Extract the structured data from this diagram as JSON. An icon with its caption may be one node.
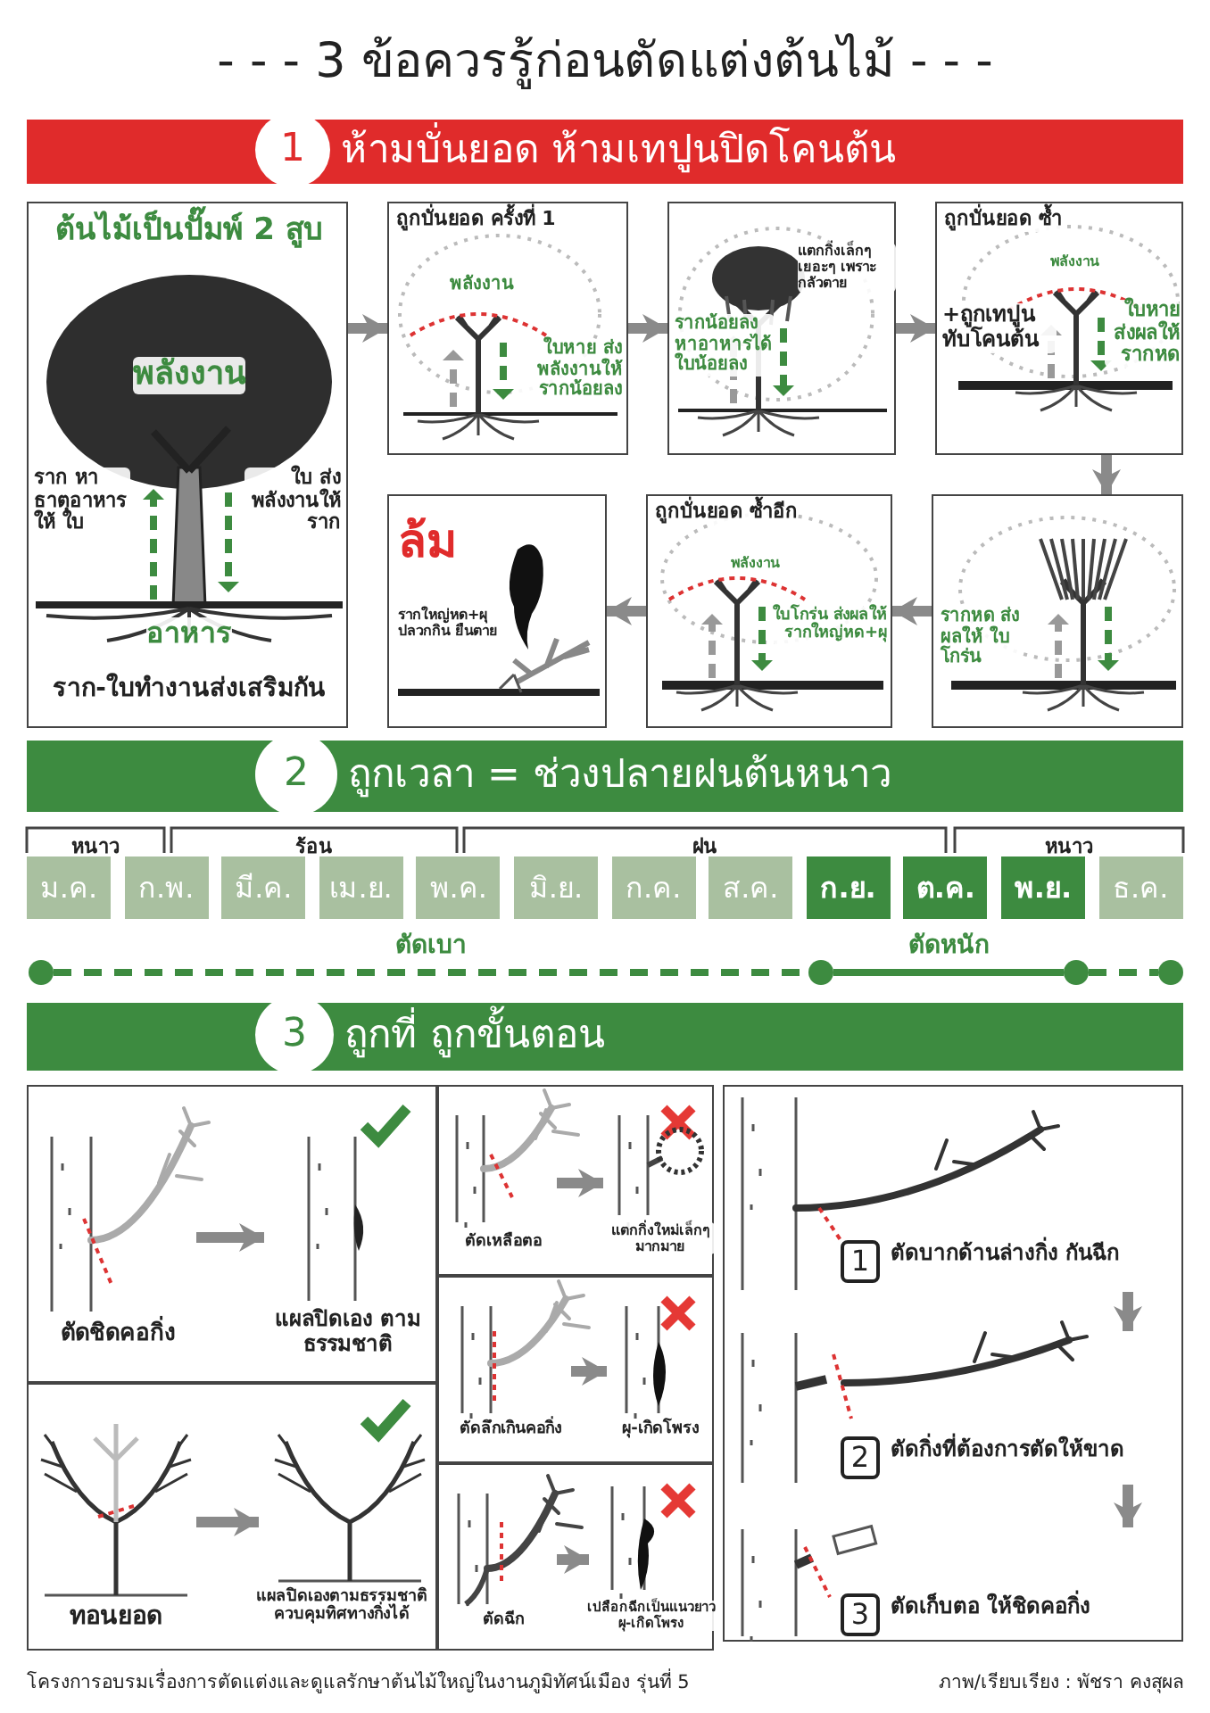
{
  "diagram": {
    "title": "- - - 3 ข้อควรรู้ก่อนตัดแต่งต้นไม้ - - -",
    "nodes": [
      {
        "text": [
          "1",
          "ห้ามบั่นยอด ห้ามเทปูนปิดโคนต้น"
        ]
      },
      {
        "text": [
          "ต้นไม้เป็นปั๊มพ์ 2 สูบ",
          "พลังงาน",
          "ราก หาธาตุอาหารให้ ใบ",
          "ใบ ส่งพลังงานให้ ราก",
          "อาหาร",
          "ราก-ใบทำงานส่งเสริมกัน"
        ]
      },
      {
        "text": [
          "ถูกบั่นยอด ครั้งที่ 1",
          "พลังงาน",
          "ใบหาย ส่งพลังงานให้ รากน้อยลง"
        ]
      },
      {
        "text": [
          "แตกกิ่งเล็กๆ เยอะๆ เพราะกลัวตาย",
          "รากน้อยลง หาอาหารได้ ใบน้อยลง"
        ]
      },
      {
        "text": [
          "ถูกบั่นยอด ซ้ำ",
          "พลังงาน",
          "+ถูกเทปูน ทับโคนต้น",
          "ใบหาย ส่งผลให้ รากหด"
        ]
      },
      {
        "text": [
          "รากหด ส่งผลให้ ใบโกร่น"
        ]
      },
      {
        "text": [
          "ถูกบั่นยอด ซ้ำอีก",
          "พลังงาน",
          "ใบโกร่น ส่งผลให้ รากใหญ่หด+ผุ"
        ]
      },
      {
        "text": [
          "ล้ม",
          "รากใหญ่หด+ผุ ปลวกกิน ยืนตาย"
        ]
      },
      {
        "text": [
          "2",
          "ถูกเวลา = ช่วงปลายฝนต้นหนาว"
        ]
      },
      {
        "text": [
          "ม.ค."
        ]
      },
      {
        "text": [
          "ก.พ."
        ]
      },
      {
        "text": [
          "มี.ค."
        ]
      },
      {
        "text": [
          "เม.ย."
        ]
      },
      {
        "text": [
          "พ.ค."
        ]
      },
      {
        "text": [
          "มิ.ย."
        ]
      },
      {
        "text": [
          "ก.ค."
        ]
      },
      {
        "text": [
          "ส.ค."
        ]
      },
      {
        "text": [
          "ก.ย."
        ]
      },
      {
        "text": [
          "ต.ค."
        ]
      },
      {
        "text": [
          "พ.ย."
        ]
      },
      {
        "text": [
          "ธ.ค."
        ]
      },
      {
        "text": [],
        "shape": "circle"
      },
      {
        "text": [],
        "shape": "circle"
      },
      {
        "text": [],
        "shape": "circle"
      },
      {
        "text": [],
        "shape": "circle"
      },
      {
        "text": [
          "3",
          "ถูกที่ ถูกขั้นตอน"
        ]
      },
      {
        "text": [],
        "shape": "box"
      },
      {
        "text": [
          "ตัดชิดคอกิ่ง"
        ],
        "in": 26
      },
      {
        "text": [
          "แผลปิดเอง ตามธรรมชาติ"
        ],
        "in": 26
      },
      {
        "text": [],
        "shape": "box"
      },
      {
        "text": [
          "ทอนยอด"
        ],
        "in": 29
      },
      {
        "text": [
          "แผลปิดเองตามธรรมชาติ ควบคุมทิศทางกิ่งได้"
        ],
        "in": 29
      },
      {
        "text": [],
        "shape": "box"
      },
      {
        "text": [
          "ตัดเหลือตอ"
        ],
        "in": 32
      },
      {
        "text": [
          "แตกกิ่งใหม่เล็กๆ มากมาย"
        ],
        "in": 32
      },
      {
        "text": [],
        "shape": "box"
      },
      {
        "text": [
          "ตัดลึกเกินคอกิ่ง"
        ],
        "in": 35
      },
      {
        "text": [
          "ผุ-เกิดโพรง"
        ],
        "in": 35
      },
      {
        "text": [],
        "shape": "box"
      },
      {
        "text": [
          "ตัดฉีก"
        ],
        "in": 38
      },
      {
        "text": [
          "เปลือกฉีกเป็นแนวยาว ผุ-เกิดโพรง"
        ],
        "in": 38
      },
      {
        "text": [],
        "shape": "box"
      },
      {
        "text": [
          "1",
          "ตัดบากด้านล่างกิ่ง กันฉีก"
        ],
        "in": 41
      },
      {
        "text": [
          "2",
          "ตัดกิ่งที่ต้องการตัดให้ขาด"
        ],
        "in": 41
      },
      {
        "text": [
          "3",
          "ตัดเก็บตอ ให้ชิดคอกิ่ง"
        ],
        "in": 41
      }
    ],
    "edges": [
      {
        "from": 1,
        "to": 2,
        "arrow": "to"
      },
      {
        "from": 2,
        "to": 3,
        "arrow": "to"
      },
      {
        "from": 3,
        "to": 4,
        "arrow": "to"
      },
      {
        "from": 4,
        "to": 5,
        "arrow": "to"
      },
      {
        "from": 5,
        "to": 6,
        "arrow": "to"
      },
      {
        "from": 6,
        "to": 7,
        "arrow": "to"
      },
      {
        "from": 21,
        "to": 22,
        "arrow": "none",
        "label": "ตัดเบา",
        "style": "dashed",
        "color": "#3d8b40"
      },
      {
        "from": 22,
        "to": 23,
        "arrow": "none",
        "label": "ตัดหนัก",
        "color": "#3d8b40"
      },
      {
        "from": 23,
        "to": 24,
        "arrow": "none",
        "style": "dashed",
        "color": "#3d8b40"
      },
      {
        "from": 27,
        "to": 28,
        "arrow": "to"
      },
      {
        "from": 30,
        "to": 31,
        "arrow": "to"
      },
      {
        "from": 33,
        "to": 34,
        "arrow": "to"
      },
      {
        "from": 36,
        "to": 37,
        "arrow": "to"
      },
      {
        "from": 39,
        "to": 40,
        "arrow": "to"
      },
      {
        "from": 42,
        "to": 43,
        "arrow": "to"
      },
      {
        "from": 43,
        "to": 44,
        "arrow": "to"
      }
    ],
    "labels": [
      "หนาว",
      "ร้อน",
      "ฝน",
      "หนาว",
      "โครงการอบรมเรื่องการตัดแต่งและดูแลรักษาต้นไม้ใหญ่ในงานภูมิทัศน์เมือง รุ่นที่ 5",
      "ภาพ/เรียบเรียง : พัชรา คงสุผล"
    ]
  }
}
